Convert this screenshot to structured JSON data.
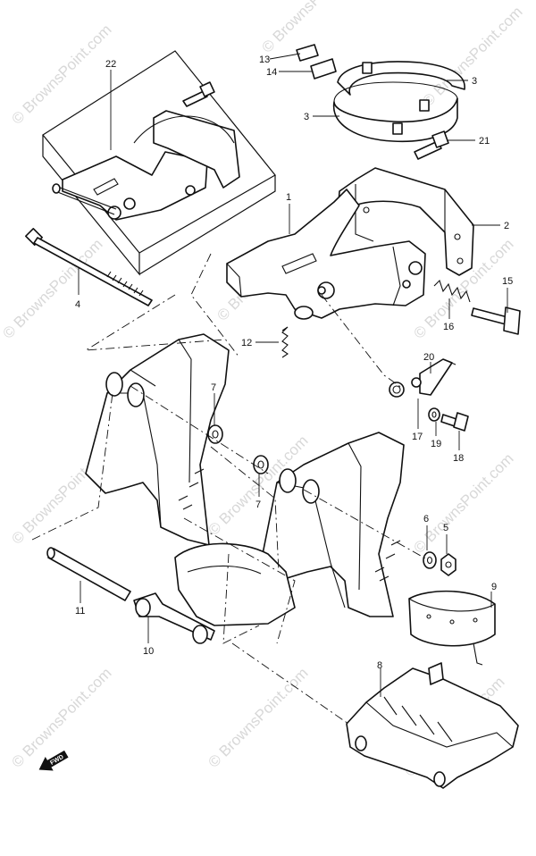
{
  "diagram": {
    "callouts": {
      "c1": "1",
      "c2": "2",
      "c3a": "3",
      "c3b": "3",
      "c4": "4",
      "c5": "5",
      "c6": "6",
      "c7a": "7",
      "c7b": "7",
      "c8": "8",
      "c9": "9",
      "c10": "10",
      "c11": "11",
      "c12": "12",
      "c13": "13",
      "c14": "14",
      "c15": "15",
      "c16": "16",
      "c17": "17",
      "c18": "18",
      "c19": "19",
      "c20": "20",
      "c21": "21",
      "c22": "22"
    },
    "direction_marker": "FWD",
    "watermark": "© BrownsPoint.com"
  },
  "colors": {
    "line": "#111111",
    "background": "#ffffff",
    "watermark": "#d8d8d8"
  }
}
